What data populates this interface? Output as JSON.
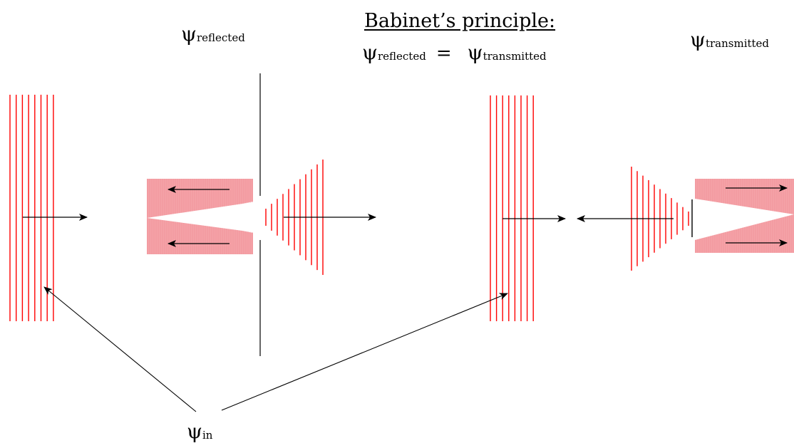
{
  "colors": {
    "wave": "#ff0000",
    "wave_fill": "#f5a3a8",
    "line": "#000000"
  },
  "labels": {
    "psi": "ψ",
    "left_sub": "reflected",
    "right_sub": "transmitted",
    "in_sub": "in",
    "title": "Babinet’s principle:",
    "eq_sub_left": "reflected",
    "eq_equals": "=",
    "eq_sub_right": "transmitted"
  }
}
